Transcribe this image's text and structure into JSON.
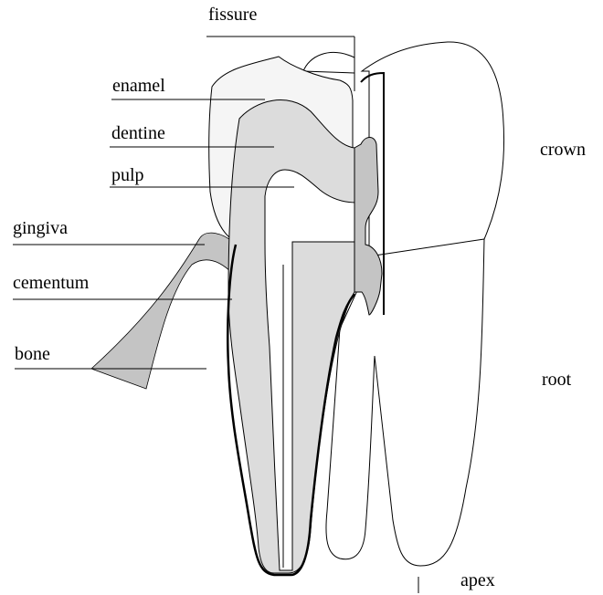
{
  "labels": {
    "fissure": "fissure",
    "enamel": "enamel",
    "dentine": "dentine",
    "pulp": "pulp",
    "gingiva": "gingiva",
    "cementum": "cementum",
    "bone": "bone",
    "crown": "crown",
    "root": "root",
    "apex": "apex"
  },
  "colors": {
    "enamel": "#f5f5f5",
    "dentine": "#dcdcdc",
    "gingiva_bone": "#c4c4c4",
    "outline": "#000000"
  }
}
